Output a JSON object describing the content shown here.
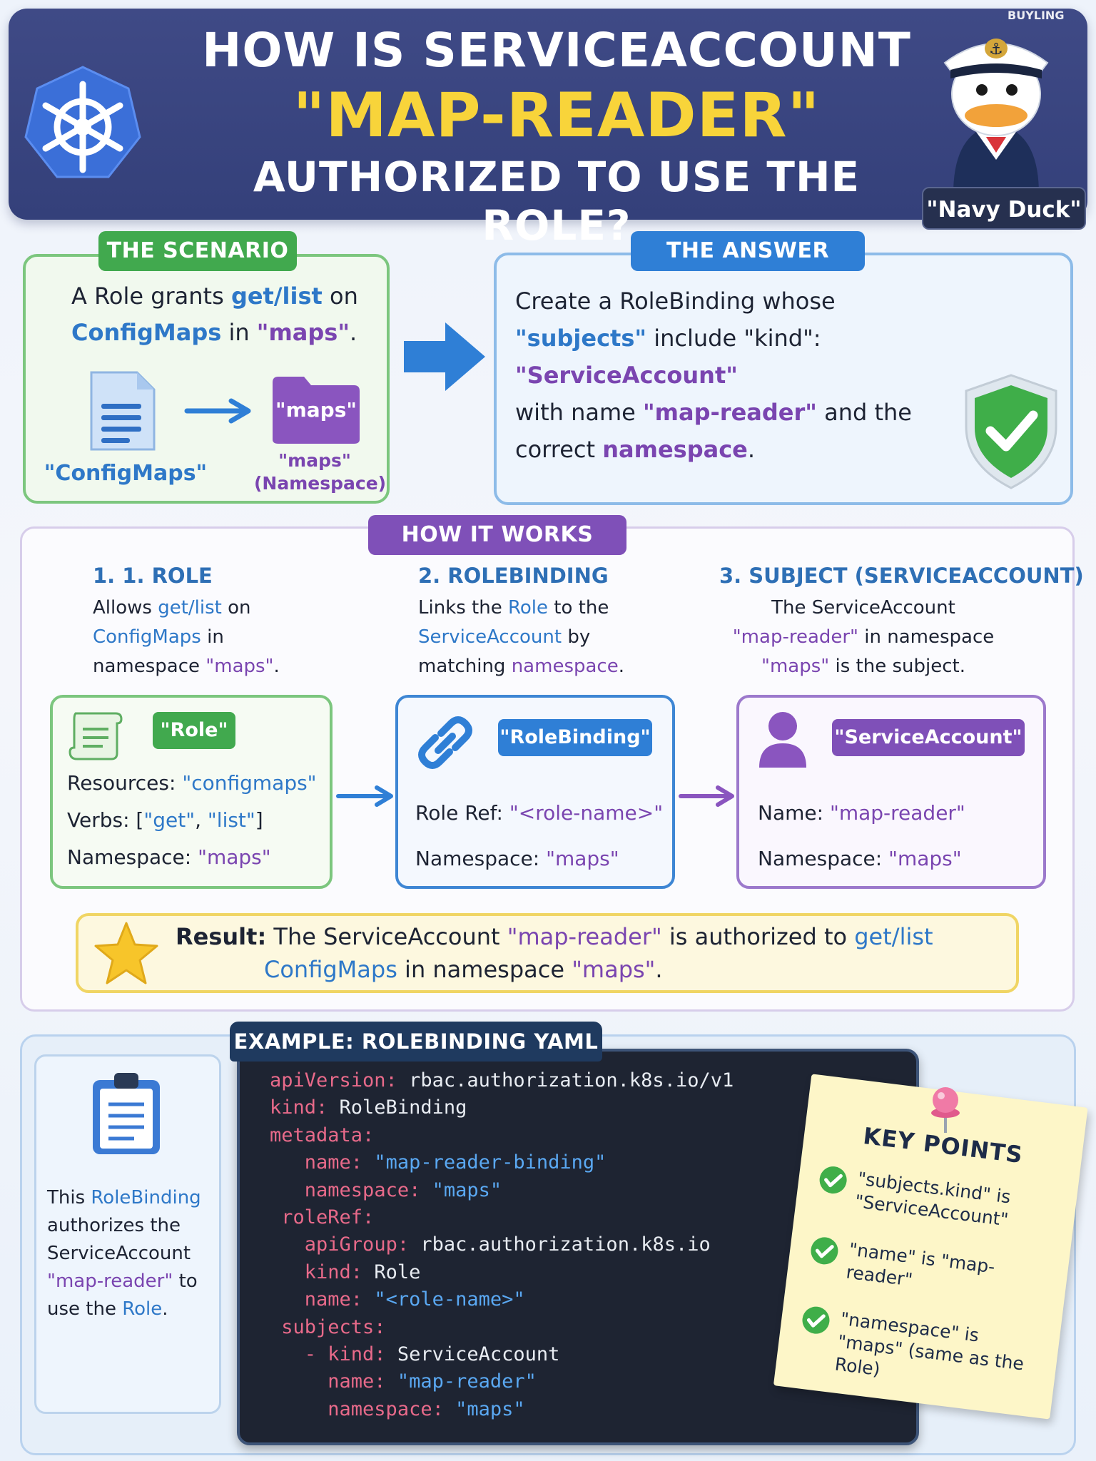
{
  "header": {
    "title_line1": "HOW IS SERVICEACCOUNT",
    "title_line2": "\"MAP-READER\"",
    "title_line3": "AUTHORIZED TO USE THE ROLE?",
    "mascot_label": "\"Navy Duck\"",
    "brand": "BUYLING",
    "logo_icon": "kubernetes-wheel-icon"
  },
  "scenario": {
    "label": "THE SCENARIO",
    "text_a": "A Role grants ",
    "text_verbs": "get/list",
    "text_b": " on ",
    "text_resource": "ConfigMaps",
    "text_c": " in ",
    "text_ns": "\"maps\"",
    "text_d": ".",
    "folder_label": "\"maps\"",
    "configmaps_label": "\"ConfigMaps\"",
    "ns_line1": "\"maps\"",
    "ns_line2": "(Namespace)"
  },
  "answer": {
    "label": "THE ANSWER",
    "a1": "Create a RoleBinding whose",
    "a2_subjects": "\"subjects\"",
    "a2_include": " include \"kind\": ",
    "a2_sa": "\"ServiceAccount\"",
    "a3_with": "with name ",
    "a3_name": "\"map-reader\"",
    "a3_and": " and the",
    "a4_correct": "correct ",
    "a4_ns": "namespace",
    "a4_dot": "."
  },
  "how": {
    "label": "HOW IT WORKS",
    "step1": {
      "title": "1.   1. ROLE",
      "d1": "Allows ",
      "d1v": "get/list",
      "d1b": " on",
      "d2v": "ConfigMaps",
      "d2b": " in",
      "d3": "namespace ",
      "d3v": "\"maps\"",
      "d3b": "."
    },
    "step2": {
      "title": "2. ROLEBINDING",
      "d1": "Links the ",
      "d1v": "Role",
      "d1b": " to the",
      "d2v": "ServiceAccount",
      "d2b": " by",
      "d3": "matching ",
      "d3v": "namespace",
      "d3b": "."
    },
    "step3": {
      "title": "3. SUBJECT (SERVICEACCOUNT)",
      "d1": "The ServiceAccount",
      "d2v": "\"map-reader\"",
      "d2b": " in namespace",
      "d3v": "\"maps\"",
      "d3b": " is the subject."
    },
    "role_card": {
      "tag": "\"Role\"",
      "res_label": "Resources: ",
      "res_value": "\"configmaps\"",
      "verbs_label": "Verbs: [",
      "verb1": "\"get\"",
      "comma": ", ",
      "verb2": "\"list\"",
      "close": "]",
      "ns_label": "Namespace: ",
      "ns_value": "\"maps\""
    },
    "rb_card": {
      "tag": "\"RoleBinding\"",
      "ref_label": "Role Ref: ",
      "ref_value": "\"<role-name>\"",
      "ns_label": "Namespace: ",
      "ns_value": "\"maps\""
    },
    "sa_card": {
      "tag": "\"ServiceAccount\"",
      "name_label": "Name: ",
      "name_value": "\"map-reader\"",
      "ns_label": "Namespace: ",
      "ns_value": "\"maps\""
    },
    "result": {
      "label": "Result:",
      "t1": " The ServiceAccount ",
      "sa": "\"map-reader\"",
      "t2": " is authorized to ",
      "verbs": "get/list",
      "cm": "ConfigMaps",
      "t3": " in namespace ",
      "ns": "\"maps\"",
      "t4": "."
    }
  },
  "example": {
    "label": "EXAMPLE: ROLEBINDING YAML",
    "side": {
      "l1": "This ",
      "l1v": "RoleBinding",
      "l2": "authorizes the",
      "l3": "ServiceAccount",
      "l4v": "\"map-reader\"",
      "l4b": " to",
      "l5": "use the ",
      "l5v": "Role",
      "l5b": "."
    },
    "yaml": [
      {
        "indent": 0,
        "key": "apiVersion:",
        "value": " rbac.authorization.k8s.io/v1",
        "value_string": false
      },
      {
        "indent": 0,
        "key": "kind:",
        "value": " RoleBinding",
        "value_string": false
      },
      {
        "indent": 0,
        "key": "metadata:",
        "value": "",
        "value_string": false
      },
      {
        "indent": 3,
        "key": "name:",
        "value": " \"map-reader-binding\"",
        "value_string": true
      },
      {
        "indent": 3,
        "key": "namespace:",
        "value": " \"maps\"",
        "value_string": true
      },
      {
        "indent": 1,
        "key": "roleRef:",
        "value": "",
        "value_string": false
      },
      {
        "indent": 3,
        "key": "apiGroup:",
        "value": " rbac.authorization.k8s.io",
        "value_string": false
      },
      {
        "indent": 3,
        "key": "kind:",
        "value": " Role",
        "value_string": false
      },
      {
        "indent": 3,
        "key": "name:",
        "value": " \"<role-name>\"",
        "value_string": true
      },
      {
        "indent": 1,
        "key": "subjects:",
        "value": "",
        "value_string": false
      },
      {
        "indent": 3,
        "key": "- kind:",
        "value": " ServiceAccount",
        "value_string": false
      },
      {
        "indent": 5,
        "key": "name:",
        "value": " \"map-reader\"",
        "value_string": true
      },
      {
        "indent": 5,
        "key": "namespace:",
        "value": " \"maps\"",
        "value_string": true
      }
    ],
    "key_points": {
      "title": "KEY POINTS",
      "p1": "\"subjects.kind\" is \"ServiceAccount\"",
      "p2": "\"name\" is \"map-reader\"",
      "p3": "\"namespace\" is \"maps\" (same as the Role)"
    }
  },
  "colors": {
    "header_bg": "#3a4580",
    "title_accent": "#f8d43a",
    "green": "#41a94e",
    "blue": "#2f7fd6",
    "purple": "#7f50b8",
    "code_bg": "#1e2432",
    "yaml_key": "#e86a8a",
    "yaml_string": "#5aa8f2"
  }
}
